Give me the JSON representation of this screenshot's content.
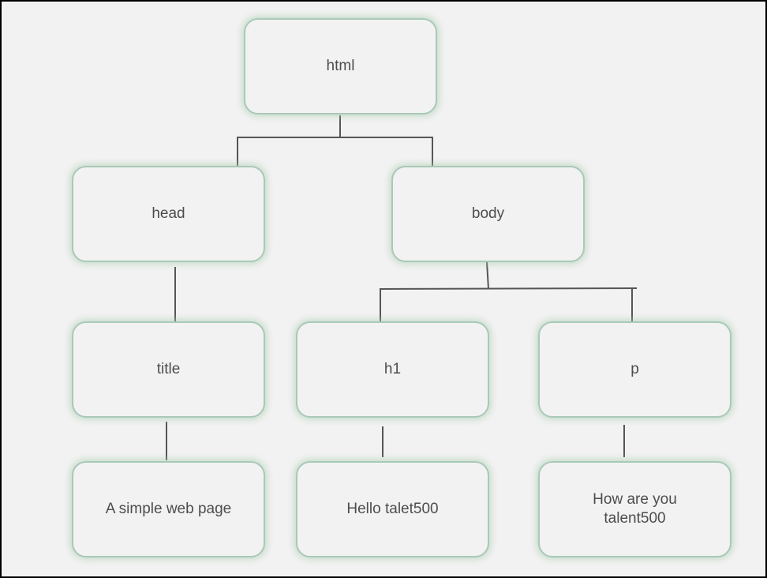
{
  "diagram": {
    "nodes": {
      "html": "html",
      "head": "head",
      "body": "body",
      "title": "title",
      "h1": "h1",
      "p": "p",
      "title_text": "A simple web page",
      "h1_text": "Hello talet500",
      "p_text": "How are you talent500"
    },
    "edges": [
      [
        "html",
        "head"
      ],
      [
        "html",
        "body"
      ],
      [
        "head",
        "title"
      ],
      [
        "body",
        "h1"
      ],
      [
        "body",
        "p"
      ],
      [
        "title",
        "title_text"
      ],
      [
        "h1",
        "h1_text"
      ],
      [
        "p",
        "p_text"
      ]
    ],
    "colors": {
      "node_border": "#a9c9b8",
      "node_glow": "#aacdaf",
      "connector": "#555555",
      "text": "#4d4d4d",
      "background": "#f2f2f2"
    }
  }
}
